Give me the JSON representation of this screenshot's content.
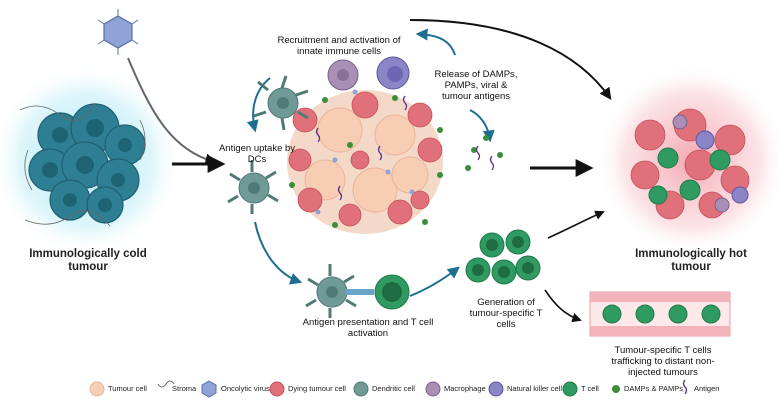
{
  "labels": {
    "cold": "Immunologically cold\ntumour",
    "hot": "Immunologically hot\ntumour",
    "recruitment": "Recruitment and activation of\ninnate immune cells",
    "release": "Release of DAMPs,\nPAMPs, viral &\ntumour antigens",
    "uptake": "Antigen uptake by\nDCs",
    "presentation": "Antigen presentation and T cell\nactivation",
    "generation": "Generation of\ntumour-specific T\ncells",
    "trafficking": "Tumour-specific T cells\ntrafficking to distant non-\ninjected tumours"
  },
  "legend": [
    {
      "key": "tumour",
      "label": "Tumour cell"
    },
    {
      "key": "stroma",
      "label": "Stroma"
    },
    {
      "key": "virus",
      "label": "Oncolytic virus"
    },
    {
      "key": "dying",
      "label": "Dying tumour cell"
    },
    {
      "key": "dc",
      "label": "Dendritic cell"
    },
    {
      "key": "macrophage",
      "label": "Macrophage"
    },
    {
      "key": "nk",
      "label": "Natural killer cell"
    },
    {
      "key": "tcell",
      "label": "T cell"
    },
    {
      "key": "damps",
      "label": "DAMPs & PAMPs"
    },
    {
      "key": "antigen",
      "label": "Antigen"
    }
  ],
  "colors": {
    "cold_tumour": "#2f7f94",
    "dying_cell": "#e0707a",
    "tumour_cell": "#f7cdb4",
    "dendritic": "#6f9a96",
    "macrophage": "#a98fb6",
    "nk_cell": "#8b85c8",
    "t_cell": "#2f9a62",
    "damps": "#3a8f3a",
    "antigen": "#5a2f8a",
    "arrow_blue": "#1d6e93",
    "virus": "#8fa3d6"
  }
}
